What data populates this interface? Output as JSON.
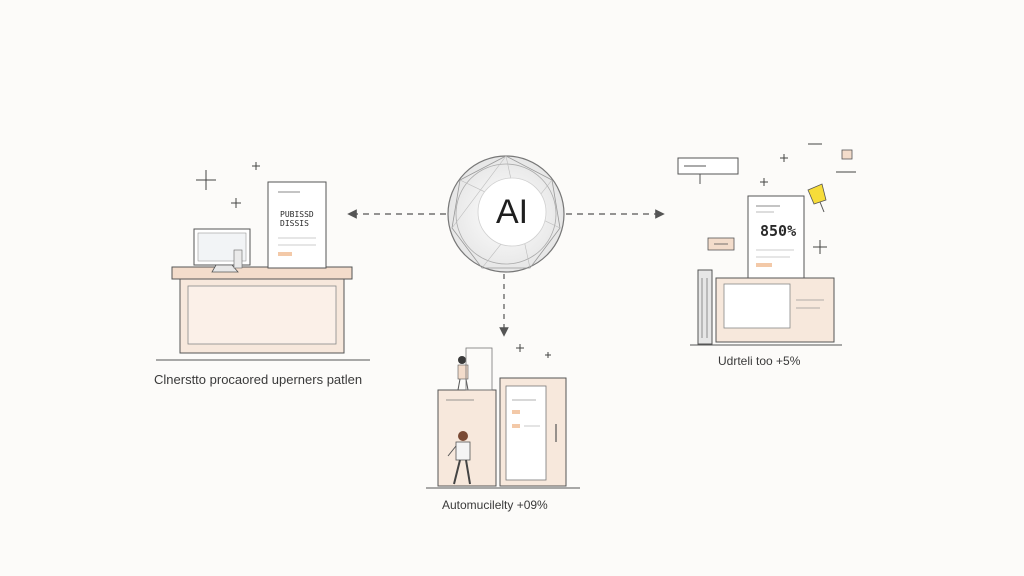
{
  "hub": {
    "label": "AI"
  },
  "left_station": {
    "caption": "Clnerstto procaored uperners patlen",
    "doc_lines": [
      "PUBISSD",
      "DISSIS"
    ]
  },
  "right_station": {
    "caption": "Udrteli too +5%",
    "doc_value": "850%"
  },
  "bottom_station": {
    "caption": "Automucilelty +09%"
  },
  "colors": {
    "accent_beige": "#f3dccb",
    "desk_fill": "#f7e8dc",
    "line": "#555555",
    "highlight_yellow": "#f6dc3a"
  }
}
